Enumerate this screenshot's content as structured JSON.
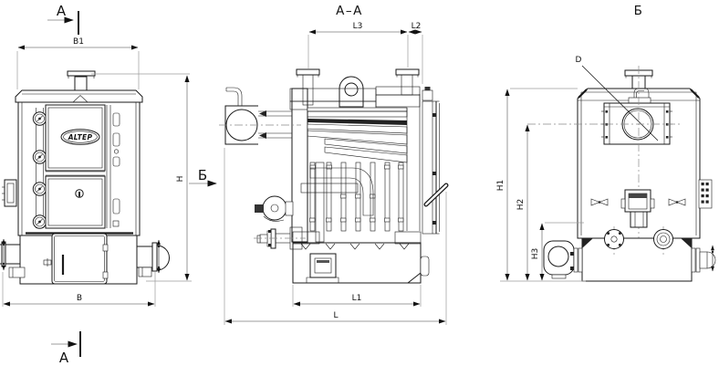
{
  "labels": {
    "logo": "ALTEP",
    "front": {
      "cut_top": "А",
      "cut_bottom": "А",
      "view_b": "Б",
      "b1": "B1",
      "b": "B",
      "h": "H"
    },
    "section": {
      "title": "А–А",
      "l3": "L3",
      "l2": "L2",
      "l1": "L1",
      "l": "L"
    },
    "rear": {
      "title": "Б",
      "d": "D",
      "h1": "H1",
      "h2": "H2",
      "h3": "H3"
    }
  },
  "colors": {
    "line": "#1a1a1a",
    "dim_line": "#7d7d7d",
    "extension_line": "#9b9b9b",
    "text": "#111111",
    "background": "#ffffff"
  }
}
